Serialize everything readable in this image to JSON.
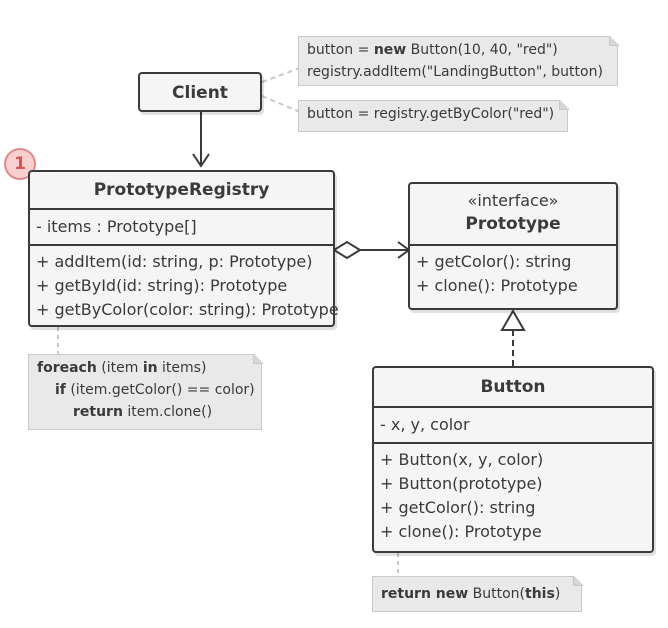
{
  "badge": "1",
  "client": {
    "title": "Client"
  },
  "registry": {
    "title": "PrototypeRegistry",
    "fields": [
      "- items : Prototype[]"
    ],
    "methods": [
      "+ addItem(id: string, p: Prototype)",
      "+ getById(id: string): Prototype",
      "+ getByColor(color: string): Prototype"
    ]
  },
  "prototype": {
    "stereotype": "«interface»",
    "title": "Prototype",
    "methods": [
      "+ getColor(): string",
      "+ clone(): Prototype"
    ]
  },
  "button": {
    "title": "Button",
    "fields": [
      "- x, y, color"
    ],
    "methods": [
      "+ Button(x, y, color)",
      "+ Button(prototype)",
      "+ getColor(): string",
      "+ clone(): Prototype"
    ]
  },
  "notes": {
    "client_note_1": {
      "l1_a": "button = ",
      "l1_kw": "new",
      "l1_b": " Button(10, 40, \"red\")",
      "l2": "registry.addItem(\"LandingButton\", button)"
    },
    "client_note_2": {
      "l1": "button = registry.getByColor(\"red\")"
    },
    "registry_note": {
      "l1_kw": "foreach",
      "l1_a": " (item ",
      "l1_kw2": "in",
      "l1_b": " items)",
      "l2_kw": "if",
      "l2_a": " (item.getColor() == color)",
      "l3_kw": "return",
      "l3_a": " item.clone()"
    },
    "button_note": {
      "kw1": "return new",
      "a": " Button(",
      "kw2": "this",
      "b": ")"
    }
  }
}
